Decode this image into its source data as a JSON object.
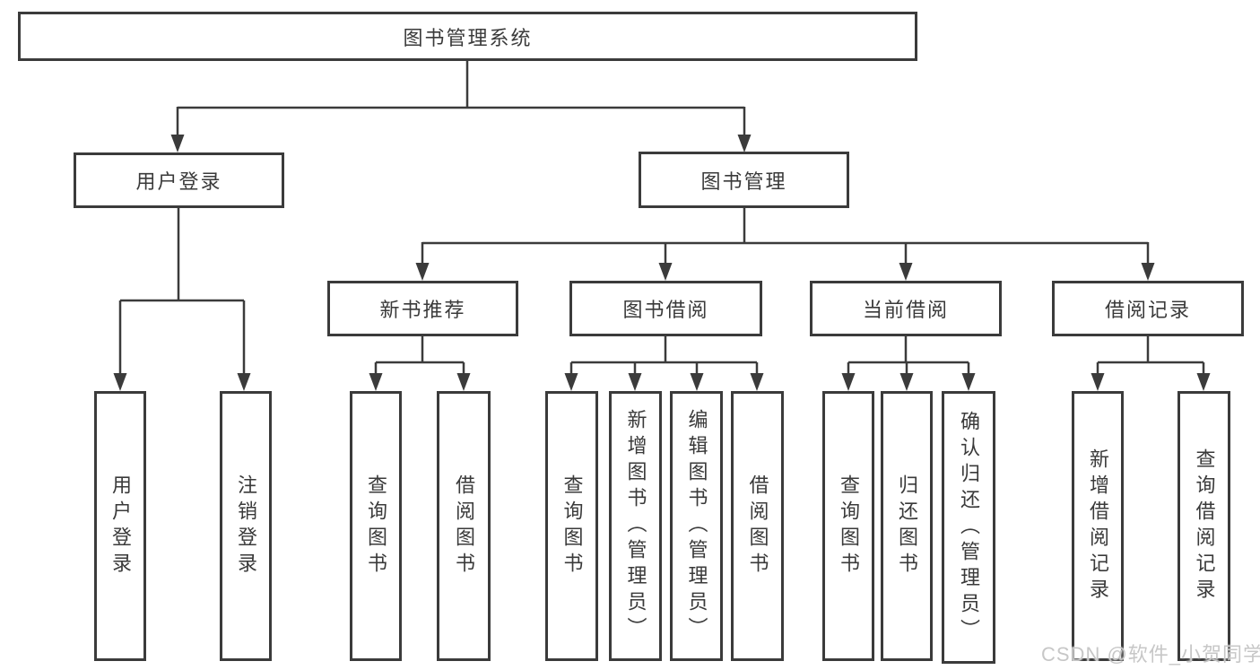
{
  "diagram": {
    "type": "hierarchy-tree",
    "root": {
      "label": "图书管理系统"
    },
    "level2": [
      {
        "label": "用户登录",
        "parent": "图书管理系统"
      },
      {
        "label": "图书管理",
        "parent": "图书管理系统"
      }
    ],
    "level3": [
      {
        "label": "新书推荐",
        "parent": "图书管理"
      },
      {
        "label": "图书借阅",
        "parent": "图书管理"
      },
      {
        "label": "当前借阅",
        "parent": "图书管理"
      },
      {
        "label": "借阅记录",
        "parent": "图书管理"
      }
    ],
    "leaves": [
      {
        "label": "用户登录",
        "parent": "用户登录"
      },
      {
        "label": "注销登录",
        "parent": "用户登录"
      },
      {
        "label": "查询图书",
        "parent": "新书推荐"
      },
      {
        "label": "借阅图书",
        "parent": "新书推荐"
      },
      {
        "label": "查询图书",
        "parent": "图书借阅"
      },
      {
        "label": "新增图书（管理员）",
        "parent": "图书借阅"
      },
      {
        "label": "编辑图书（管理员）",
        "parent": "图书借阅"
      },
      {
        "label": "借阅图书",
        "parent": "图书借阅"
      },
      {
        "label": "查询图书",
        "parent": "当前借阅"
      },
      {
        "label": "归还图书",
        "parent": "当前借阅"
      },
      {
        "label": "确认归还（管理员）",
        "parent": "当前借阅"
      },
      {
        "label": "新增借阅记录",
        "parent": "借阅记录"
      },
      {
        "label": "查询借阅记录",
        "parent": "借阅记录"
      }
    ]
  },
  "watermark": {
    "text": "CSDN @软件_小贺同学"
  },
  "colors": {
    "line": "#3b3b3b",
    "box_border": "#3b3b3b",
    "box_fill": "#ffffff",
    "text": "#3a3a3a",
    "watermark": "#c7c7c7",
    "background": "#ffffff"
  }
}
